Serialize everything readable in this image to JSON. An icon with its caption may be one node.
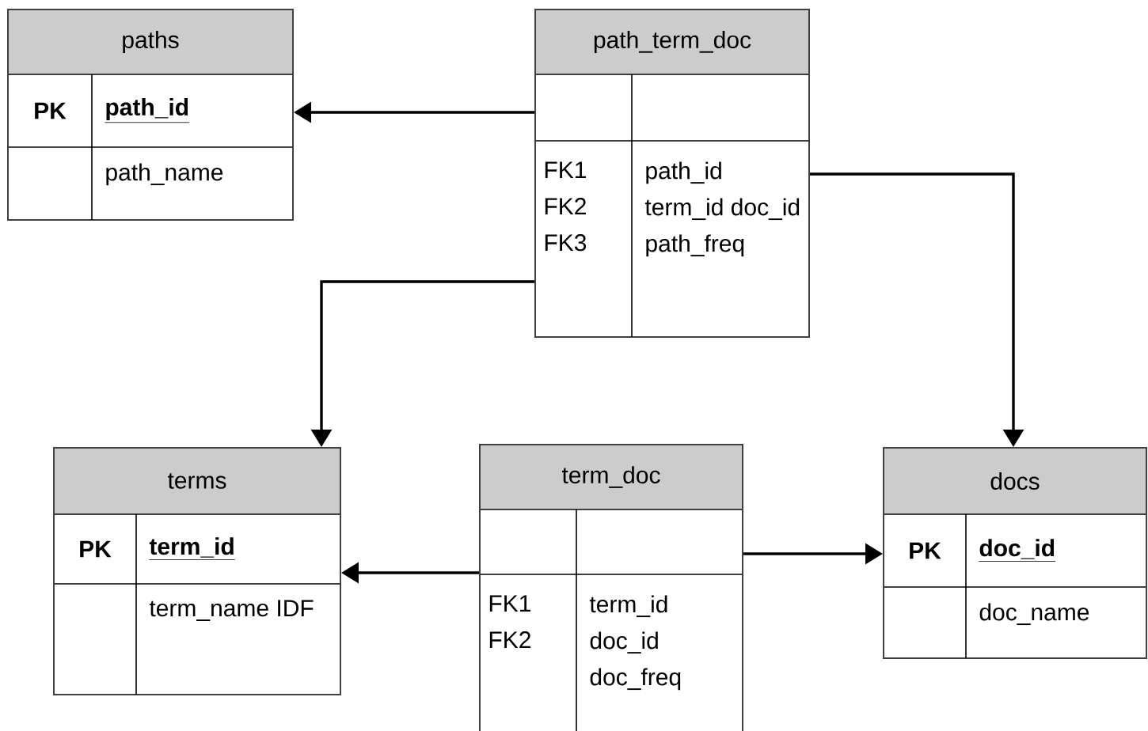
{
  "diagram": {
    "nodes": [
      {
        "text": [
          "paths",
          "PK",
          "path_id",
          "path_name"
        ]
      },
      {
        "text": [
          "path_term_doc",
          "FK1 FK2 FK3",
          "path_id term_id doc_id path_freq"
        ]
      },
      {
        "text": [
          "terms",
          "PK",
          "term_id",
          "term_name IDF"
        ]
      },
      {
        "text": [
          "term_doc",
          "FK1 FK2",
          "term_id doc_id doc_freq"
        ]
      },
      {
        "text": [
          "docs",
          "PK",
          "doc_id",
          "doc_name"
        ]
      }
    ],
    "edges": [
      {
        "from": 1,
        "to": 0,
        "arrow": "to"
      },
      {
        "from": 1,
        "to": 2,
        "arrow": "to"
      },
      {
        "from": 1,
        "to": 4,
        "arrow": "to"
      },
      {
        "from": 3,
        "to": 2,
        "arrow": "to"
      },
      {
        "from": 3,
        "to": 4,
        "arrow": "to"
      }
    ]
  }
}
